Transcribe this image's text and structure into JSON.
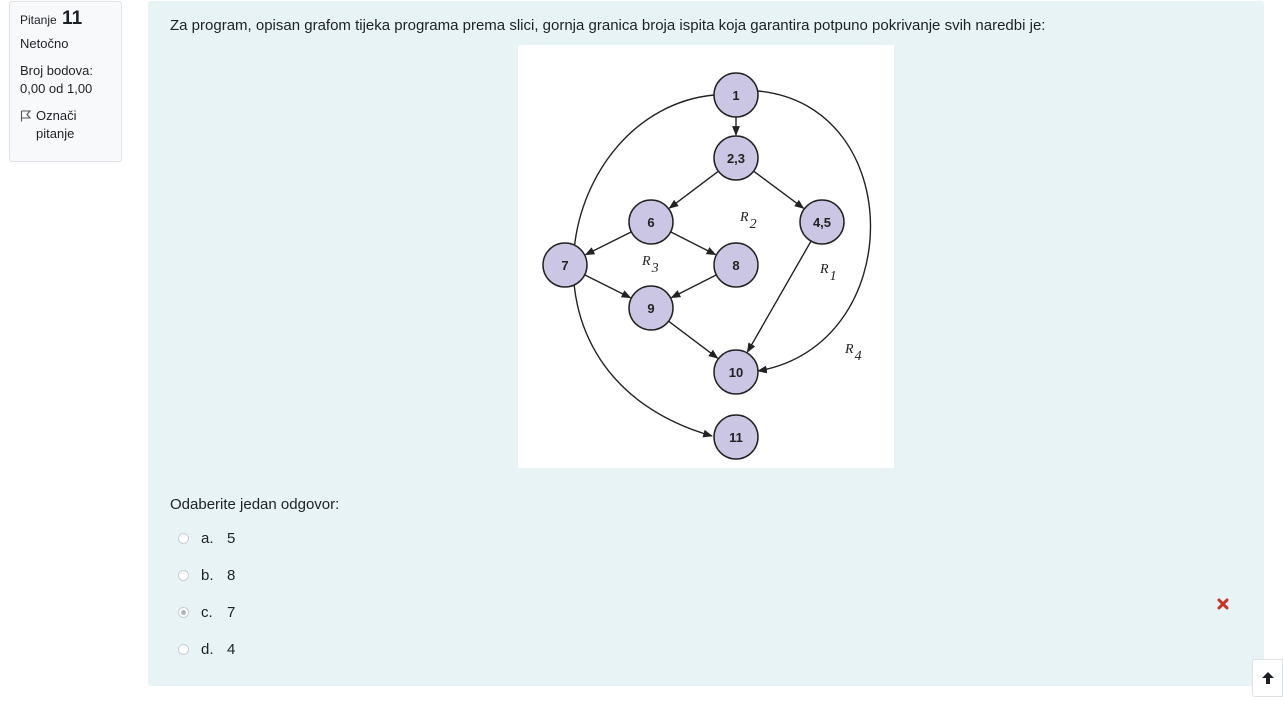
{
  "question_info": {
    "label": "Pitanje",
    "number": "11",
    "state": "Netočno",
    "grade_label": "Broj bodova:",
    "grade_value": "0,00 od 1,00",
    "flag_label": "Označi pitanje",
    "flag_icon": "flag-outline-icon"
  },
  "question": {
    "text": "Za program, opisan grafom tijeka programa prema slici, gornja granica broja ispita koja garantira potpuno pokrivanje svih naredbi je:",
    "prompt": "Odaberite jedan odgovor:"
  },
  "graph": {
    "nodes": [
      {
        "id": "n1",
        "label": "1"
      },
      {
        "id": "n23",
        "label": "2,3"
      },
      {
        "id": "n6",
        "label": "6"
      },
      {
        "id": "n45",
        "label": "4,5"
      },
      {
        "id": "n7",
        "label": "7"
      },
      {
        "id": "n8",
        "label": "8"
      },
      {
        "id": "n9",
        "label": "9"
      },
      {
        "id": "n10",
        "label": "10"
      },
      {
        "id": "n11",
        "label": "11"
      }
    ],
    "regions": [
      {
        "name": "R",
        "sub": "1"
      },
      {
        "name": "R",
        "sub": "2"
      },
      {
        "name": "R",
        "sub": "3"
      },
      {
        "name": "R",
        "sub": "4"
      }
    ],
    "node_fill": "#cbc6e3",
    "edge_color": "#222222"
  },
  "answers": [
    {
      "letter": "a.",
      "value": "5",
      "checked": false
    },
    {
      "letter": "b.",
      "value": "8",
      "checked": false
    },
    {
      "letter": "c.",
      "value": "7",
      "checked": true
    },
    {
      "letter": "d.",
      "value": "4",
      "checked": false
    }
  ],
  "feedback": {
    "incorrect_icon": "cross-icon",
    "color": "#ca3120"
  },
  "back_to_top": {
    "icon": "arrow-up-icon"
  },
  "colors": {
    "content_bg": "#e7f3f5",
    "info_bg": "#f8f9fa"
  }
}
